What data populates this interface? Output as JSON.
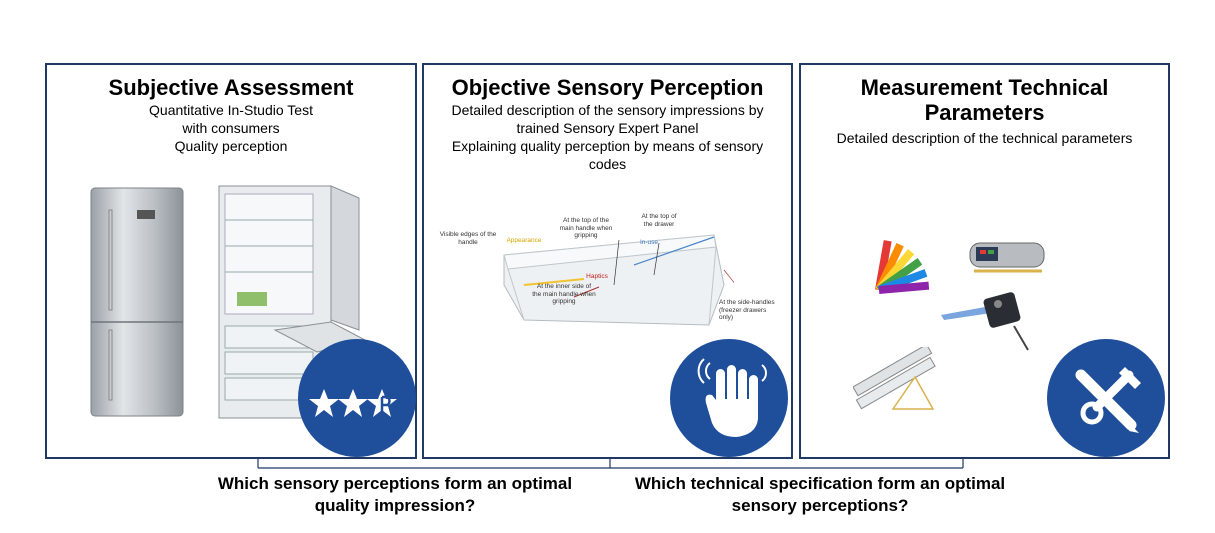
{
  "panels": [
    {
      "title": "Subjective Assessment",
      "subtitle": [
        "Quantitative In-Studio Test",
        "with consumers",
        "Quality perception"
      ]
    },
    {
      "title": "Objective Sensory Perception",
      "subtitle": [
        "Detailed description of the sensory impressions by",
        "trained Sensory Expert Panel",
        "Explaining quality perception by means of sensory",
        "codes"
      ],
      "drawer_annotations": {
        "visible_edges": "Visible edges of the handle",
        "appearance": "Appearance",
        "top_main_handle": "At the top of the main handle when gripping",
        "top_drawer": "At the top of the drawer",
        "in_use": "In-use",
        "haptics": "Haptics",
        "inner_side": "At the inner side of the main handle when gripping",
        "side_handles": "At the side-handles (freezer drawers only)"
      }
    },
    {
      "title_lines": [
        "Measurement Technical",
        "Parameters"
      ],
      "subtitle": [
        "Detailed description of the technical parameters"
      ]
    }
  ],
  "questions": [
    "Which sensory perceptions form an optimal quality impression?",
    "Which technical specification form an optimal sensory perceptions?"
  ],
  "colors": {
    "border": "#1f3864",
    "badge": "#1f4f9b",
    "connector": "#1f3864"
  },
  "icons": [
    "rating-stars-icon",
    "touch-hand-icon",
    "tools-icon"
  ]
}
